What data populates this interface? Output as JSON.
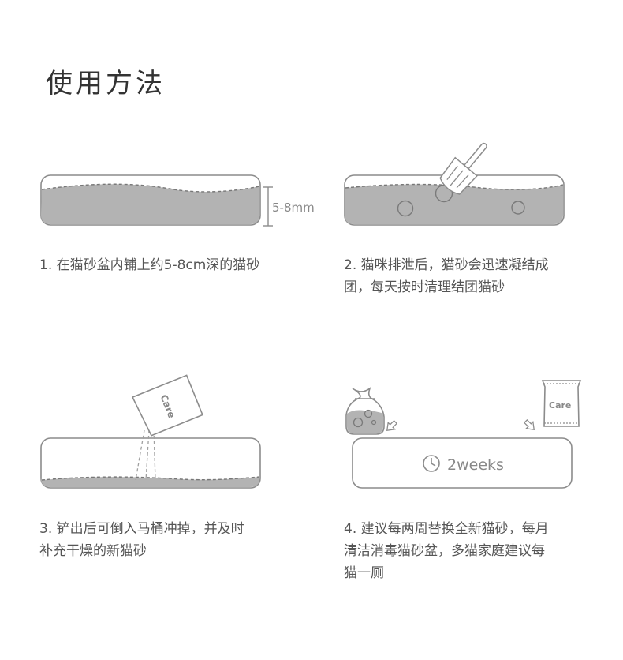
{
  "title": "使用方法",
  "colors": {
    "litter": "#b3b3b3",
    "outline": "#8c8c8c",
    "text": "#555555"
  },
  "steps": [
    {
      "caption": "1. 在猫砂盆内铺上约5-8cm深的猫砂",
      "depth_label": "5-8mm"
    },
    {
      "caption_line1": "2. 猫咪排泄后，猫砂会迅速凝结成",
      "caption_line2": "团，每天按时清理结团猫砂"
    },
    {
      "caption_line1": "3. 铲出后可倒入马桶冲掉，并及时",
      "caption_line2": "补充干燥的新猫砂",
      "bag_logo": "Care"
    },
    {
      "caption_line1": "4. 建议每两周替换全新猫砂，每月",
      "caption_line2": "清洁消毒猫砂盆，多猫家庭建议每",
      "caption_line3": "猫一厕",
      "bag_logo": "Care",
      "duration": "2weeks",
      "icons": [
        "trash-bag-icon",
        "litter-bag-icon",
        "clock-icon",
        "arrow-icon"
      ]
    }
  ]
}
